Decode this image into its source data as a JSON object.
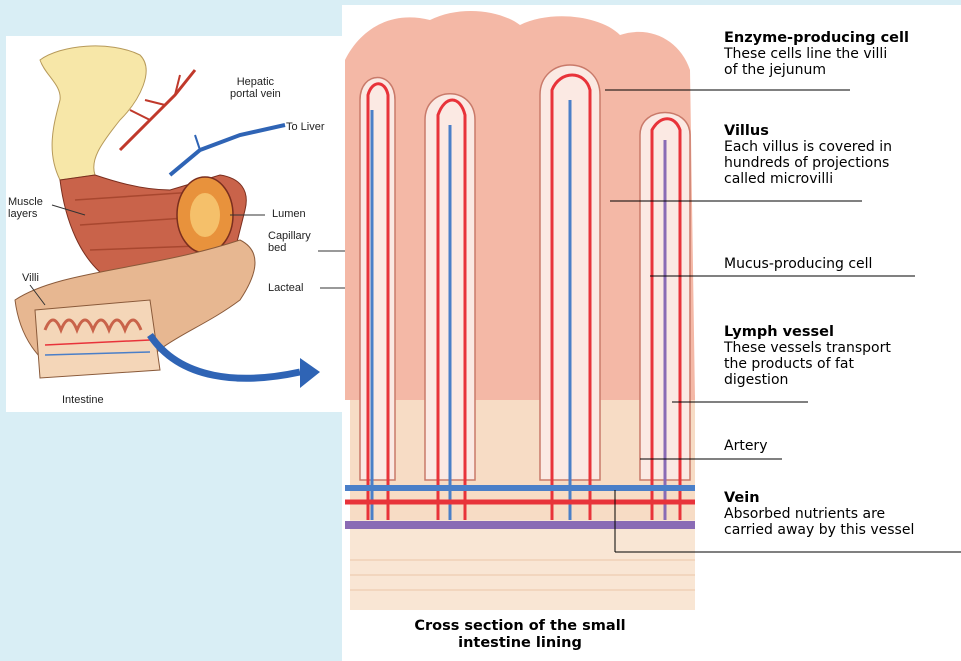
{
  "left_diagram": {
    "labels": {
      "hepatic_portal_vein_1": "Hepatic",
      "hepatic_portal_vein_2": "portal vein",
      "to_liver": "To Liver",
      "muscle_layers_1": "Muscle",
      "muscle_layers_2": "layers",
      "lumen": "Lumen",
      "capillary_bed_1": "Capillary",
      "capillary_bed_2": "bed",
      "lacteal": "Lacteal",
      "villi": "Villi",
      "intestine": "Intestine"
    }
  },
  "right_diagram": {
    "labels": {
      "enzyme_title": "Enzyme-producing cell",
      "enzyme_desc_1": "These cells line the villi",
      "enzyme_desc_2": "of the jejunum",
      "villus_title": "Villus",
      "villus_desc_1": "Each villus is covered in",
      "villus_desc_2": "hundreds of projections",
      "villus_desc_3": "called microvilli",
      "mucus": "Mucus-producing cell",
      "lymph_title": "Lymph vessel",
      "lymph_desc_1": "These vessels transport",
      "lymph_desc_2": "the products of fat",
      "lymph_desc_3": "digestion",
      "artery": "Artery",
      "vein_title": "Vein",
      "vein_desc_1": "Absorbed nutrients are",
      "vein_desc_2": "carried away by this vessel"
    },
    "caption_1": "Cross section of the small",
    "caption_2": "intestine lining"
  },
  "colors": {
    "background": "#d9eef5",
    "artery": "#e8333a",
    "vein": "#4a7fc8",
    "lymph": "#8a6bb5",
    "tissue": "#f2b8a8"
  }
}
